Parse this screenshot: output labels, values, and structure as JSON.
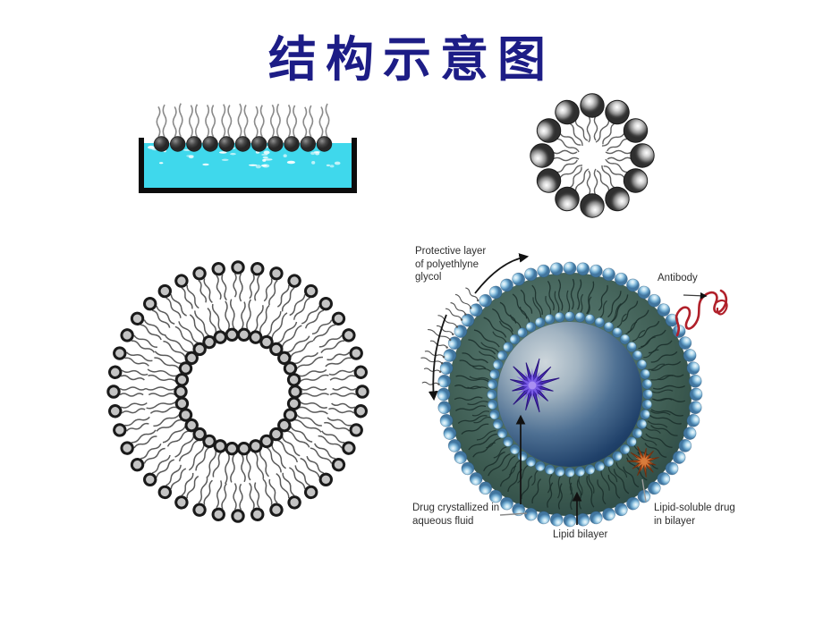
{
  "slide": {
    "title": "结构示意图",
    "title_color": "#1d1d86",
    "background": "#ffffff"
  },
  "figures": {
    "monolayer": {
      "label": "lipid monolayer on water surface",
      "lipid_count": 11,
      "colors": {
        "water": "#3fd8ec",
        "wall": "#0d0d0d",
        "head": "#474747",
        "tail": "#8a8a8a"
      }
    },
    "micelle": {
      "label": "micelle cross-section",
      "lipid_count": 12,
      "colors": {
        "head": "#2f2f2f",
        "tail": "#616161"
      }
    },
    "vesicle": {
      "label": "liposome bilayer cross-section",
      "outer_lipid_count": 40,
      "inner_lipid_count": 30,
      "colors": {
        "head_ring": "#1a1a1a",
        "head_fill": "#c4c4c4",
        "tail": "#5a5a5a"
      }
    },
    "drug_liposome": {
      "label": "stealth liposome drug carrier",
      "labels": {
        "peg": "Protective layer of polyethlyne glycol",
        "antibody": "Antibody",
        "drug_crystallized": "Drug crystallized in aqueous fluid",
        "lipid_bilayer": "Lipid bilayer",
        "lipid_soluble": "Lipid-soluble drug in bilayer"
      },
      "colors": {
        "bead": "#6aa5cc",
        "band": "#4b6b62",
        "core": "#142f4e",
        "crystal": "#4a2fb8",
        "membrane_drug": "#b34f1b",
        "antibody": "#b0202a",
        "arrow": "#161616"
      }
    }
  }
}
